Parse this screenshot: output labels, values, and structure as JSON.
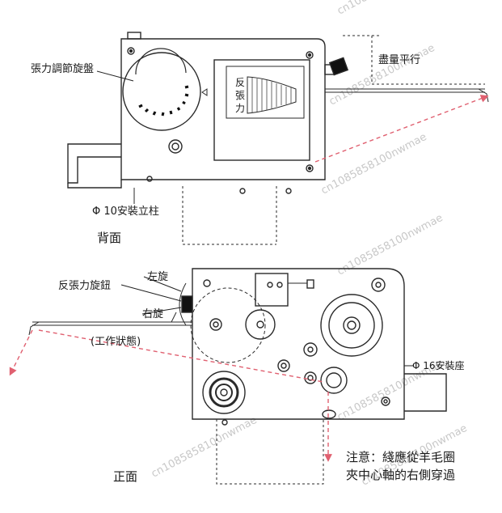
{
  "back_view": {
    "view_label": "背面",
    "tension_dial_label": "張力調節旋盤",
    "window_text": [
      "反",
      "張",
      "力"
    ],
    "level_label": "盡量平行",
    "mount_post_label": "Φ 10安裝立柱"
  },
  "front_view": {
    "view_label": "正面",
    "left_turn_label": "左旋",
    "right_turn_label": "右旋",
    "knob_label": "反張力旋鈕",
    "working_state_label": "(工作狀態)",
    "mount_seat_label": "Φ 16安裝座",
    "note_line1": "注意：綫應從羊毛圈",
    "note_line2": "夾中心軸的右側穿過"
  },
  "watermark": "cn1085858100nwmae"
}
